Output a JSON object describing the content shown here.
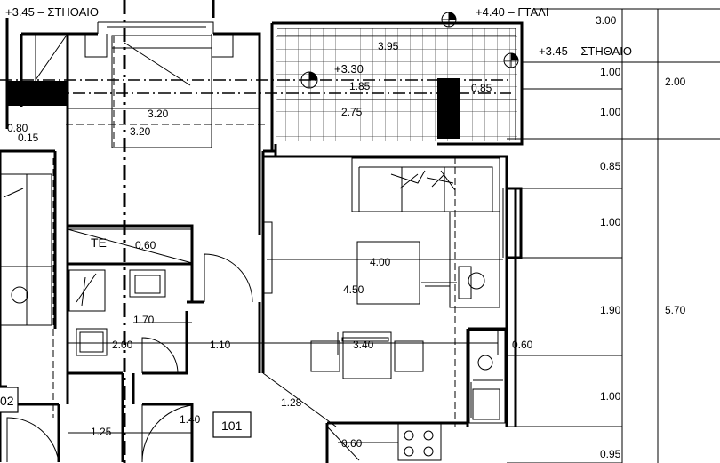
{
  "levels": {
    "left": "+3.45 – ΣΤΗΘΑΙΟ",
    "top_right": "+4.40 – ΓΤΑΛΙ",
    "right": "+3.45 – ΣΤΗΘΑΙΟ",
    "balcony": "+3.30"
  },
  "dimensions": {
    "balcony_width": "3.95",
    "balcony_inner_height": "1.85",
    "balcony_inner_width": "2.75",
    "balcony_side": "0.85",
    "bedroom_width_a": "3.20",
    "bedroom_width_b": "3.20",
    "wall_left_a": "0.80",
    "wall_left_b": "0.15",
    "shaft_te": "0.60",
    "bath_height": "1.70",
    "bath_width": "2.00",
    "hall_width": "1.10",
    "living_width": "4.00",
    "living_depth": "4.50",
    "dining_width": "3.40",
    "kitchen_width": "0.60",
    "diagonal": "1.28",
    "entry_width": "1.40",
    "stair_width": "1.25",
    "bottom_small": "0.60"
  },
  "right_dims": {
    "top_total": "3.00",
    "rows": [
      "1.00",
      "1.00",
      "0.85",
      "1.00",
      "1.90",
      "1.00",
      "0.95"
    ],
    "total_a": "2.00",
    "total_b": "5.70"
  },
  "labels": {
    "shaft": "TE",
    "apartment_number": "101",
    "neighbor_number": "02"
  }
}
